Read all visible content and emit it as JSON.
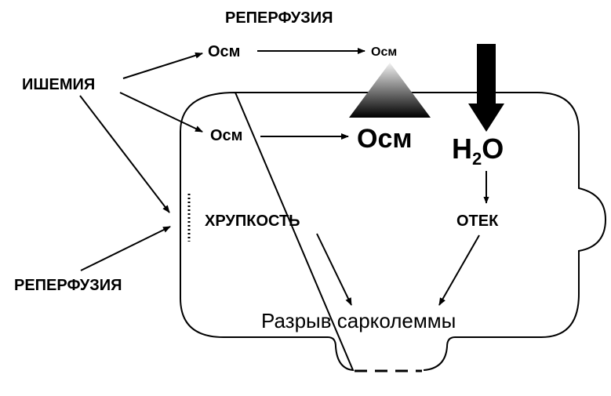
{
  "labels": {
    "reperfusion_top": "РЕПЕРФУЗИЯ",
    "ischemia": "ИШЕМИЯ",
    "reperfusion_bottom": "РЕПЕРФУЗИЯ",
    "osm_outer_left": "Осм",
    "osm_outer_right": "Осм",
    "osm_inner_left": "Осм",
    "osm_inner_big": "Осм",
    "h2o_main": "H",
    "h2o_sub": "2",
    "h2o_end": "O",
    "fragility": "ХРУПКОСТЬ",
    "edema": "ОТЕК",
    "sarcolemma_rupture": "Разрыв сарколеммы"
  },
  "colors": {
    "ink": "#000000",
    "background": "#ffffff",
    "triangle_top": "#f2f2f2",
    "triangle_bottom": "#000000"
  }
}
